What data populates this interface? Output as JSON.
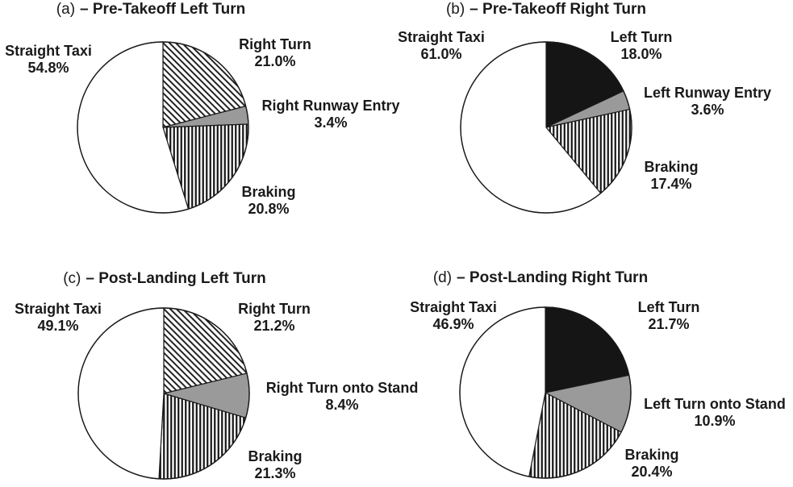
{
  "figure": {
    "background": "#ffffff",
    "text_color": "#1a1a1a"
  },
  "colors": {
    "white": "#ffffff",
    "black": "#151515",
    "gray": "#9a9a9a",
    "outline": "#1a1a1a",
    "hatch": "#151515"
  },
  "chart_data": [
    {
      "type": "pie",
      "panel": "a",
      "title_prefix": "(a)",
      "title": "– Pre-Takeoff Left Turn",
      "start_angle_deg": 0,
      "direction": "clockwise",
      "legend": "none",
      "slices": [
        {
          "label": "Right Turn",
          "pct_label": "21.0%",
          "value": 21.0,
          "fill": "diagonal-hatch"
        },
        {
          "label": "Right Runway Entry",
          "pct_label": "3.4%",
          "value": 3.4,
          "fill": "gray"
        },
        {
          "label": "Braking",
          "pct_label": "20.8%",
          "value": 20.8,
          "fill": "vertical-hatch"
        },
        {
          "label": "Straight Taxi",
          "pct_label": "54.8%",
          "value": 54.8,
          "fill": "white"
        }
      ]
    },
    {
      "type": "pie",
      "panel": "b",
      "title_prefix": "(b)",
      "title": "– Pre-Takeoff Right Turn",
      "start_angle_deg": 0,
      "direction": "clockwise",
      "legend": "none",
      "slices": [
        {
          "label": "Left Turn",
          "pct_label": "18.0%",
          "value": 18.0,
          "fill": "black"
        },
        {
          "label": "Left Runway Entry",
          "pct_label": "3.6%",
          "value": 3.6,
          "fill": "gray"
        },
        {
          "label": "Braking",
          "pct_label": "17.4%",
          "value": 17.4,
          "fill": "vertical-hatch"
        },
        {
          "label": "Straight Taxi",
          "pct_label": "61.0%",
          "value": 61.0,
          "fill": "white"
        }
      ]
    },
    {
      "type": "pie",
      "panel": "c",
      "title_prefix": "(c)",
      "title": "– Post-Landing Left Turn",
      "start_angle_deg": 0,
      "direction": "clockwise",
      "legend": "none",
      "slices": [
        {
          "label": "Right Turn",
          "pct_label": "21.2%",
          "value": 21.2,
          "fill": "diagonal-hatch"
        },
        {
          "label": "Right Turn onto Stand",
          "pct_label": "8.4%",
          "value": 8.4,
          "fill": "gray"
        },
        {
          "label": "Braking",
          "pct_label": "21.3%",
          "value": 21.3,
          "fill": "vertical-hatch"
        },
        {
          "label": "Straight Taxi",
          "pct_label": "49.1%",
          "value": 49.1,
          "fill": "white"
        }
      ]
    },
    {
      "type": "pie",
      "panel": "d",
      "title_prefix": "(d)",
      "title": "– Post-Landing Right Turn",
      "start_angle_deg": 0,
      "direction": "clockwise",
      "legend": "none",
      "slices": [
        {
          "label": "Left Turn",
          "pct_label": "21.7%",
          "value": 21.7,
          "fill": "black"
        },
        {
          "label": "Left Turn onto Stand",
          "pct_label": "10.9%",
          "value": 10.9,
          "fill": "gray"
        },
        {
          "label": "Braking",
          "pct_label": "20.4%",
          "value": 20.4,
          "fill": "vertical-hatch"
        },
        {
          "label": "Straight Taxi",
          "pct_label": "46.9%",
          "value": 46.9,
          "fill": "white"
        }
      ]
    }
  ]
}
